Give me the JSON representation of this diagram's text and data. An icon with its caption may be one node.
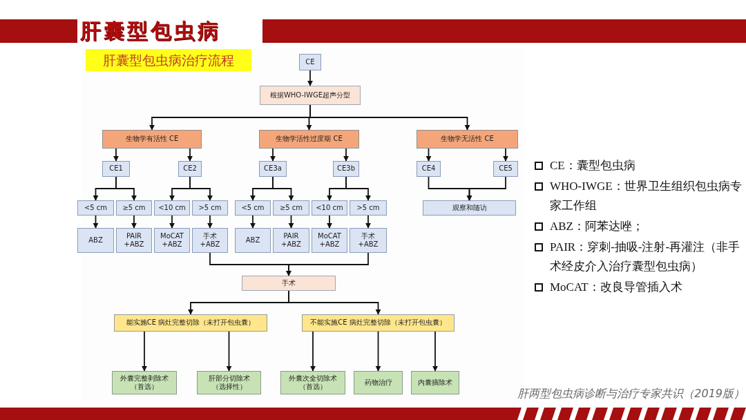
{
  "diagram": {
    "title": "肝囊型包虫病",
    "nodes": [
      {
        "text": [
          "CE"
        ]
      },
      {
        "text": [
          "根据WHO-IWGE超声分型"
        ]
      },
      {
        "text": [
          "生物学有活性 CE"
        ]
      },
      {
        "text": [
          "生物学活性过度期 CE"
        ]
      },
      {
        "text": [
          "生物学无活性 CE"
        ]
      },
      {
        "text": [
          "CE1"
        ]
      },
      {
        "text": [
          "CE2"
        ]
      },
      {
        "text": [
          "CE3a"
        ]
      },
      {
        "text": [
          "CE3b"
        ]
      },
      {
        "text": [
          "CE4"
        ]
      },
      {
        "text": [
          "CE5"
        ]
      },
      {
        "text": [
          "<5 cm"
        ]
      },
      {
        "text": [
          "≥5 cm"
        ]
      },
      {
        "text": [
          "<10 cm"
        ]
      },
      {
        "text": [
          ">5 cm"
        ]
      },
      {
        "text": [
          "<5 cm"
        ]
      },
      {
        "text": [
          "≥5 cm"
        ]
      },
      {
        "text": [
          "<10 cm"
        ]
      },
      {
        "text": [
          ">5 cm"
        ]
      },
      {
        "text": [
          "观察和随访"
        ]
      },
      {
        "text": [
          "ABZ"
        ]
      },
      {
        "text": [
          "PAIR +ABZ"
        ]
      },
      {
        "text": [
          "MoCAT +ABZ"
        ]
      },
      {
        "text": [
          "手术 +ABZ"
        ]
      },
      {
        "text": [
          "ABZ"
        ]
      },
      {
        "text": [
          "PAIR +ABZ"
        ]
      },
      {
        "text": [
          "MoCAT +ABZ"
        ]
      },
      {
        "text": [
          "手术 +ABZ"
        ]
      },
      {
        "text": [
          "手术"
        ]
      },
      {
        "text": [
          "能实施CE 病灶完整切除（未打开包虫囊）"
        ]
      },
      {
        "text": [
          "不能实施CE 病灶完整切除（未打开包虫囊）"
        ]
      },
      {
        "text": [
          "外囊完整剥除术（首选）"
        ]
      },
      {
        "text": [
          "肝部分切除术（选择性）"
        ]
      },
      {
        "text": [
          "外囊次全切除术（首选）"
        ]
      },
      {
        "text": [
          "药物治疗"
        ]
      },
      {
        "text": [
          "内囊摘除术"
        ]
      }
    ],
    "edges": [
      {
        "from": 0,
        "to": 1,
        "arrow": "to"
      },
      {
        "from": 1,
        "to": 2,
        "arrow": "to"
      },
      {
        "from": 1,
        "to": 3,
        "arrow": "to"
      },
      {
        "from": 1,
        "to": 4,
        "arrow": "to"
      },
      {
        "from": 2,
        "to": 5,
        "arrow": "to"
      },
      {
        "from": 2,
        "to": 6,
        "arrow": "to"
      },
      {
        "from": 3,
        "to": 7,
        "arrow": "to"
      },
      {
        "from": 3,
        "to": 8,
        "arrow": "to"
      },
      {
        "from": 4,
        "to": 9,
        "arrow": "to"
      },
      {
        "from": 4,
        "to": 10,
        "arrow": "to"
      },
      {
        "from": 5,
        "to": 11,
        "arrow": "to"
      },
      {
        "from": 5,
        "to": 12,
        "arrow": "to"
      },
      {
        "from": 6,
        "to": 13,
        "arrow": "to"
      },
      {
        "from": 6,
        "to": 14,
        "arrow": "to"
      },
      {
        "from": 7,
        "to": 15,
        "arrow": "to"
      },
      {
        "from": 7,
        "to": 16,
        "arrow": "to"
      },
      {
        "from": 8,
        "to": 17,
        "arrow": "to"
      },
      {
        "from": 8,
        "to": 18,
        "arrow": "to"
      },
      {
        "from": 9,
        "to": 19,
        "arrow": "to"
      },
      {
        "from": 10,
        "to": 19,
        "arrow": "to"
      },
      {
        "from": 11,
        "to": 20,
        "arrow": "to"
      },
      {
        "from": 12,
        "to": 21,
        "arrow": "to"
      },
      {
        "from": 13,
        "to": 22,
        "arrow": "to"
      },
      {
        "from": 14,
        "to": 23,
        "arrow": "to"
      },
      {
        "from": 15,
        "to": 24,
        "arrow": "to"
      },
      {
        "from": 16,
        "to": 25,
        "arrow": "to"
      },
      {
        "from": 17,
        "to": 26,
        "arrow": "to"
      },
      {
        "from": 18,
        "to": 27,
        "arrow": "to"
      },
      {
        "from": 23,
        "to": 28,
        "arrow": "to"
      },
      {
        "from": 27,
        "to": 28,
        "arrow": "to"
      },
      {
        "from": 28,
        "to": 29,
        "arrow": "to"
      },
      {
        "from": 28,
        "to": 30,
        "arrow": "to"
      },
      {
        "from": 29,
        "to": 31,
        "arrow": "to"
      },
      {
        "from": 29,
        "to": 32,
        "arrow": "to"
      },
      {
        "from": 30,
        "to": 33,
        "arrow": "to"
      },
      {
        "from": 30,
        "to": 34,
        "arrow": "to"
      },
      {
        "from": 30,
        "to": 35,
        "arrow": "to"
      }
    ],
    "labels": [
      "肝囊型包虫病治疗流程",
      "CE：囊型包虫病",
      "WHO-IWGE：世界卫生组织包虫病专家工作组",
      "ABZ：阿苯达唑；",
      "PAIR：穿刺-抽吸-注射-再灌注（非手术经皮介入治疗囊型包虫病）",
      "MoCAT：改良导管插入术",
      "肝两型包虫病诊断与治疗专家共识（2019版）"
    ]
  }
}
